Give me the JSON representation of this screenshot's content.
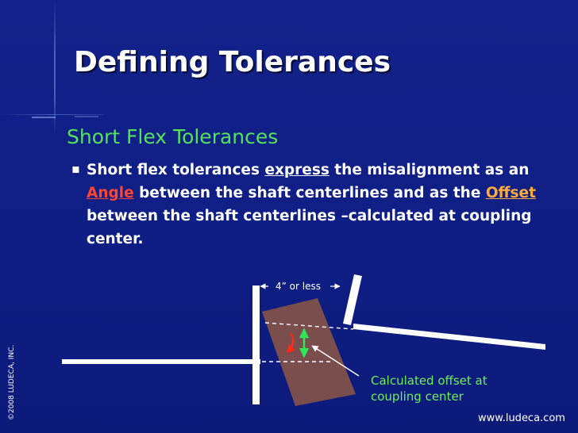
{
  "slide": {
    "title": "Defining Tolerances",
    "subtitle": "Short Flex Tolerances",
    "bullet": {
      "marker": "▪",
      "t1": "Short flex tolerances ",
      "express": "express",
      "t2": " the misalignment as an ",
      "angle": "Angle",
      "t3": " between the shaft centerlines and as the ",
      "offset": "Offset",
      "t4": " between the shaft centerlines –calculated at coupling center."
    },
    "diagram": {
      "distance_label": "4” or less",
      "offset_note": "Calculated offset at coupling center"
    },
    "copyright": "©2008 LUDECA, INC.",
    "website": "www.ludeca.com"
  },
  "colors": {
    "background": "#1020880",
    "title": "#ffffff",
    "subtitle": "#55e25b",
    "angle": "#ff4630",
    "offset": "#ffab3c",
    "note": "#6cf05b",
    "coupling": "#7a4e4c"
  }
}
